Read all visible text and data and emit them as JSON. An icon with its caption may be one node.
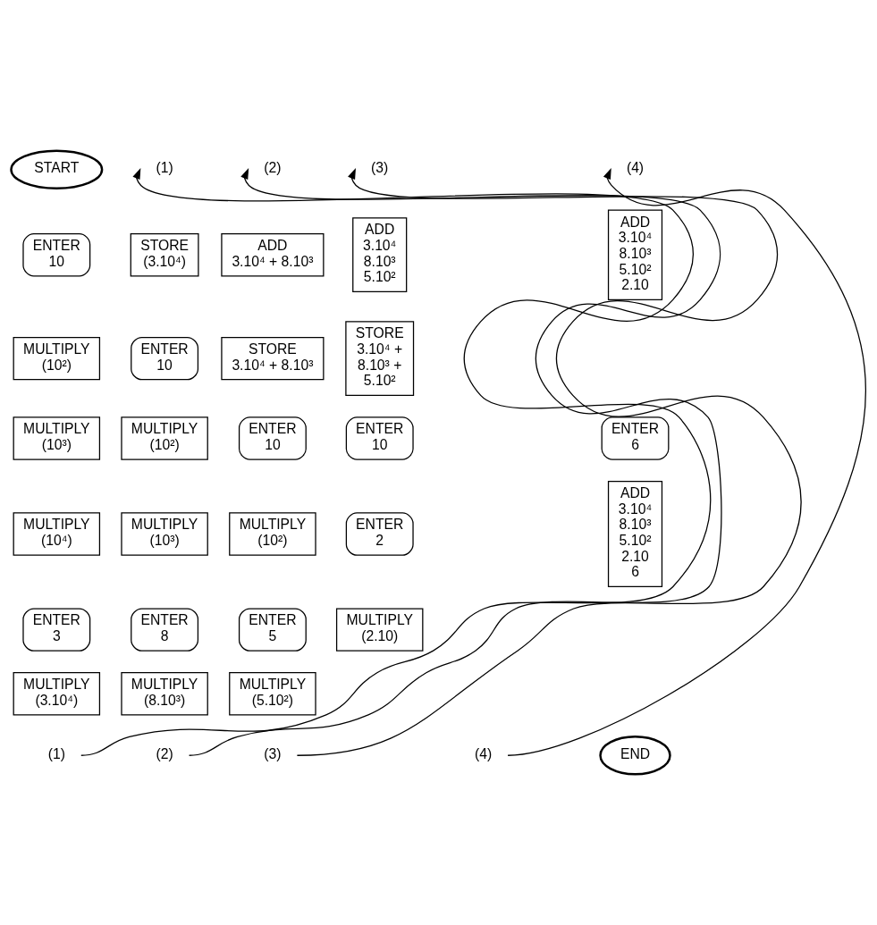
{
  "diagram": {
    "nodes": [
      {
        "text": [
          "START"
        ]
      },
      {
        "text": [
          "ENTER",
          "10"
        ]
      },
      {
        "text": [
          "MULTIPLY",
          "(10²)"
        ]
      },
      {
        "text": [
          "MULTIPLY",
          "(10³)"
        ]
      },
      {
        "text": [
          "MULTIPLY",
          "(10⁴)"
        ]
      },
      {
        "text": [
          "ENTER",
          "3"
        ]
      },
      {
        "text": [
          "MULTIPLY",
          "(3.10⁴)"
        ]
      },
      {
        "text": [
          "(1)"
        ]
      },
      {
        "text": [
          "(1)"
        ]
      },
      {
        "text": [
          "STORE",
          "(3.10⁴)"
        ]
      },
      {
        "text": [
          "ENTER",
          "10"
        ]
      },
      {
        "text": [
          "MULTIPLY",
          "(10²)"
        ]
      },
      {
        "text": [
          "MULTIPLY",
          "(10³)"
        ]
      },
      {
        "text": [
          "ENTER",
          "8"
        ]
      },
      {
        "text": [
          "MULTIPLY",
          "(8.10³)"
        ]
      },
      {
        "text": [
          "(2)"
        ]
      },
      {
        "text": [
          "(2)"
        ]
      },
      {
        "text": [
          "ADD",
          "3.10⁴ + 8.10³"
        ]
      },
      {
        "text": [
          "STORE",
          "3.10⁴ + 8.10³"
        ]
      },
      {
        "text": [
          "ENTER",
          "10"
        ]
      },
      {
        "text": [
          "MULTIPLY",
          "(10²)"
        ]
      },
      {
        "text": [
          "ENTER",
          "5"
        ]
      },
      {
        "text": [
          "MULTIPLY",
          "(5.10²)"
        ]
      },
      {
        "text": [
          "(3)"
        ]
      },
      {
        "text": [
          "(3)"
        ]
      },
      {
        "text": [
          "ADD",
          "3.10⁴",
          "8.10³",
          "5.10²"
        ]
      },
      {
        "text": [
          "STORE",
          "3.10⁴ +",
          "8.10³ +",
          "5.10²"
        ]
      },
      {
        "text": [
          "ENTER",
          "10"
        ]
      },
      {
        "text": [
          "ENTER",
          "2"
        ]
      },
      {
        "text": [
          "MULTIPLY",
          "(2.10)"
        ]
      },
      {
        "text": [
          "(4)"
        ]
      },
      {
        "text": [
          "(4)"
        ]
      },
      {
        "text": [
          "ADD",
          "3.10⁴",
          "8.10³",
          "5.10²",
          "2.10"
        ]
      },
      {
        "text": [
          "ENTER",
          "6"
        ]
      },
      {
        "text": [
          "ADD",
          "3.10⁴",
          "8.10³",
          "5.10²",
          "2.10",
          "6"
        ]
      },
      {
        "text": [
          "END"
        ]
      }
    ],
    "edges": [
      {
        "from": 7,
        "to": 8,
        "arrow": "to"
      },
      {
        "from": 15,
        "to": 16,
        "arrow": "to"
      },
      {
        "from": 23,
        "to": 24,
        "arrow": "to"
      },
      {
        "from": 30,
        "to": 31,
        "arrow": "to"
      }
    ]
  }
}
